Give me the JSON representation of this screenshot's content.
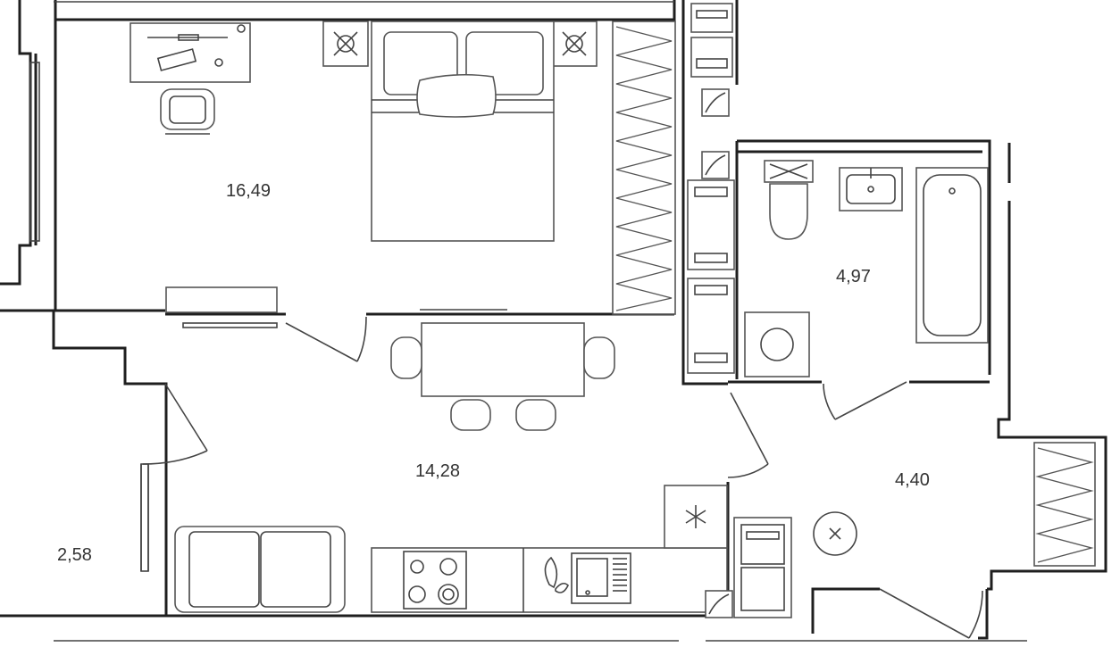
{
  "rooms": [
    {
      "id": "bedroom",
      "area": "16,49"
    },
    {
      "id": "living-kitchen",
      "area": "14,28"
    },
    {
      "id": "bathroom",
      "area": "4,97"
    },
    {
      "id": "hallway",
      "area": "4,40"
    },
    {
      "id": "balcony",
      "area": "2,58"
    }
  ],
  "colors": {
    "wall": "#1f1f1f",
    "line": "#555555",
    "text": "#333333",
    "background": "#ffffff"
  },
  "icons": [
    "snowflake-icon",
    "ceiling-light-icon",
    "washing-machine-icon"
  ]
}
